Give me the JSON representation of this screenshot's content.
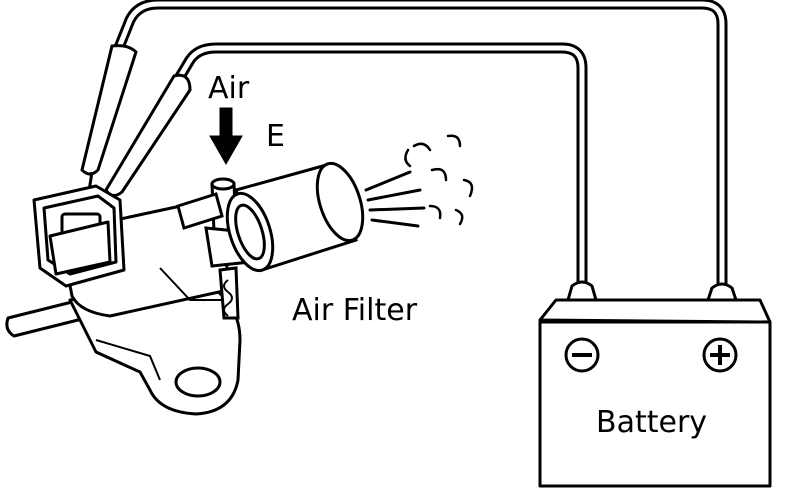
{
  "labels": {
    "air": "Air",
    "port": "E",
    "filter": "Air Filter",
    "battery": "Battery",
    "negative": "−",
    "positive": "+"
  },
  "colors": {
    "ink": "#000000",
    "paper": "#ffffff"
  }
}
